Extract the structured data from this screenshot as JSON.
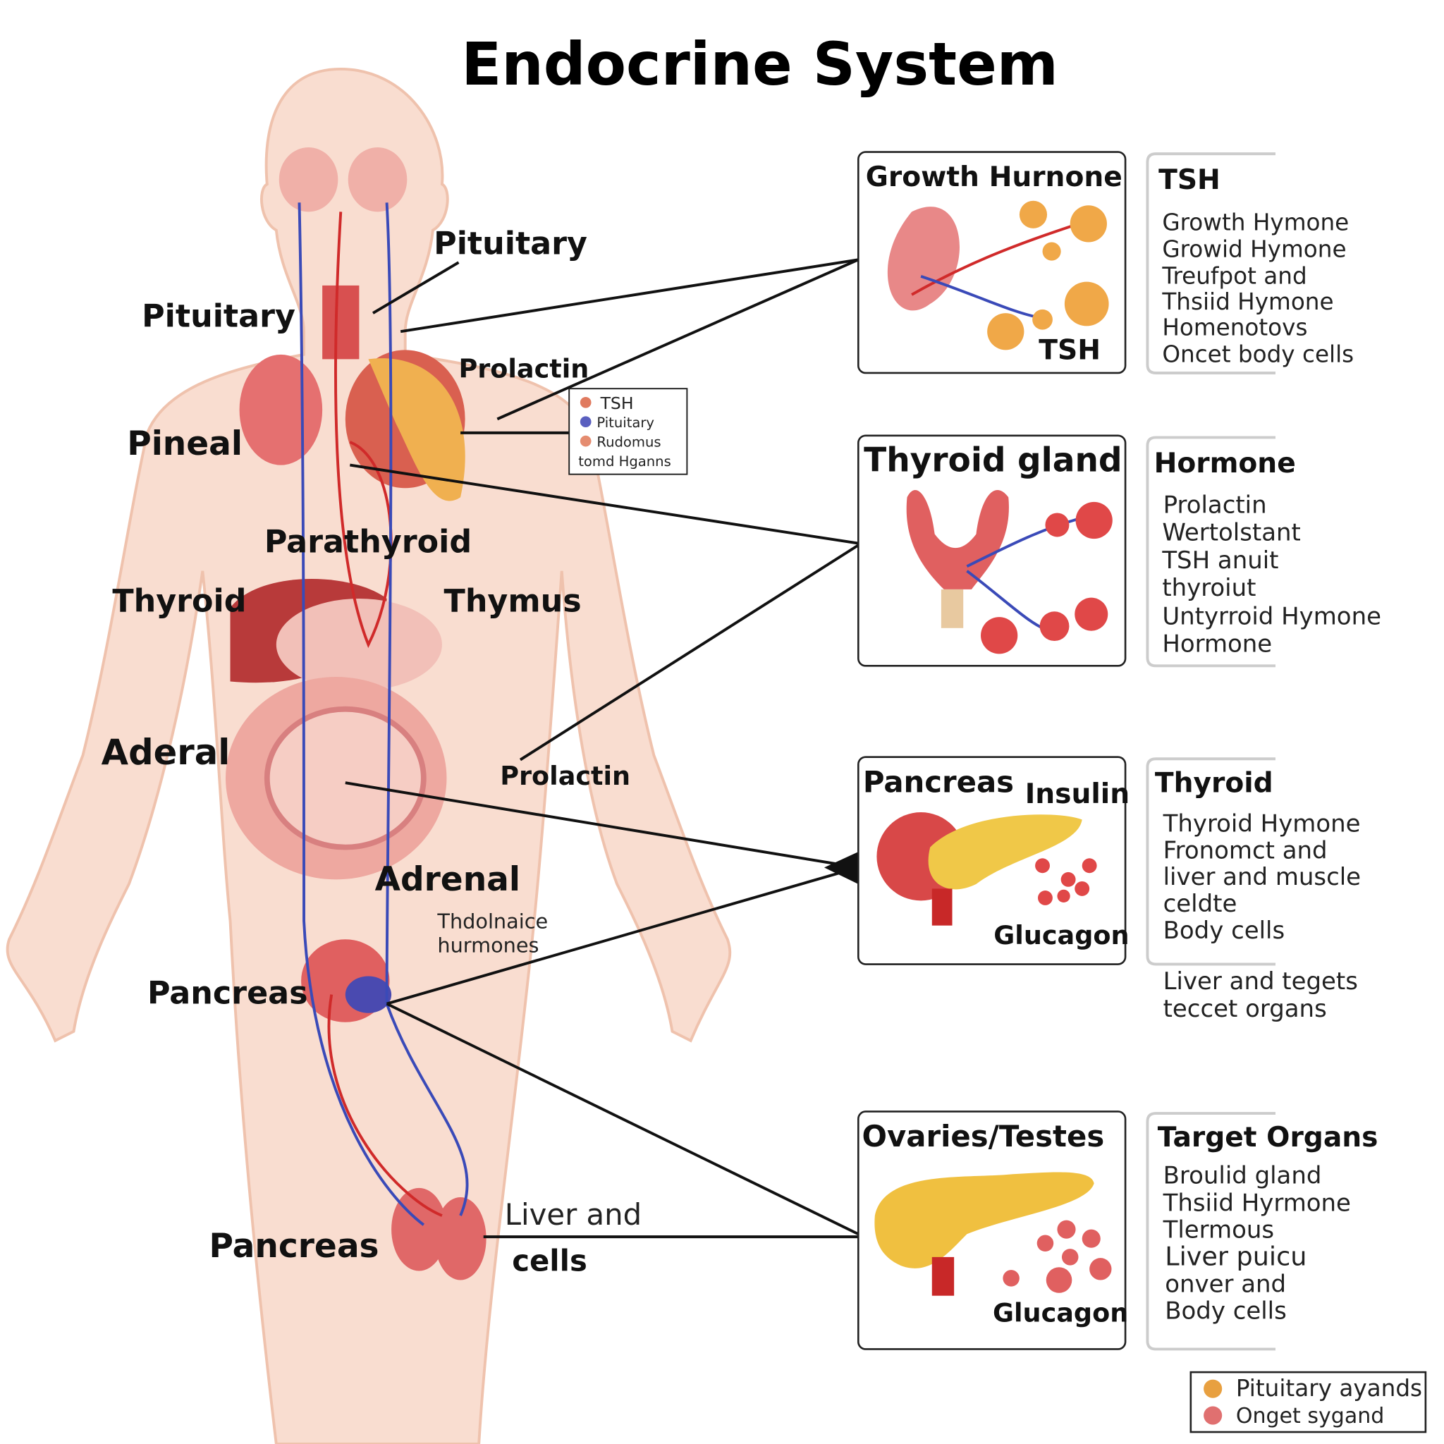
{
  "title": "Endocrine System",
  "body_labels": {
    "pituitary_right": "Pituitary",
    "pituitary_left": "Pituitary",
    "prolactin_top": "Prolactin",
    "pineal": "Pineal",
    "parathyroid": "Parathyroid",
    "thyroid": "Thyroid",
    "thymus": "Thymus",
    "aderal": "Aderal",
    "prolactin_mid": "Prolactin",
    "adrenal": "Adrenal",
    "hormones_1": "Thdolnaice",
    "hormones_2": "hurmones",
    "pancreas_mid": "Pancreas",
    "pancreas_low": "Pancreas",
    "liver_1": "Liver and",
    "liver_2": "cells"
  },
  "mini_legend": [
    {
      "label": "TSH",
      "color": "#e07a5f"
    },
    {
      "label": "Pituitary",
      "color": "#5a5fbf"
    },
    {
      "label": "Rudomus",
      "color": "#e58c70"
    },
    {
      "label": "tomd Hganns"
    }
  ],
  "panels": [
    {
      "title": "Growth Hurnone",
      "sub": "TSH",
      "side_title": "TSH",
      "side_lines": [
        "Growth Hymone",
        "Growid Hymone",
        "Treufpot and",
        "Thsiid Hymone",
        "Homenotovs",
        "Oncet body cells"
      ]
    },
    {
      "title": "Thyroid gland",
      "sub": "",
      "side_title": "Hormone",
      "side_lines": [
        "Prolactin",
        "Wertolstant",
        "TSH anuit",
        "thyroiut",
        "Untyrroid Hymone",
        "Hormone"
      ]
    },
    {
      "title": "Pancreas",
      "sub": "Glucagon",
      "sub2": "Insulin",
      "side_title": "Thyroid",
      "side_lines": [
        "Thyroid Hymone",
        "Fronomct and",
        "liver and muscle",
        "celdte",
        "Body cells"
      ],
      "extra_lines": [
        "Liver and tegets",
        "teccet organs"
      ]
    },
    {
      "title": "Ovaries/Testes",
      "sub": "Glucagon",
      "side_title": "Target Organs",
      "side_lines": [
        "Broulid gland",
        "Thsiid Hyrmone",
        "Tlermous",
        "Liver puicu",
        "onver and",
        "Body cells"
      ]
    }
  ],
  "legend": [
    {
      "label": "Pituitary ayands",
      "color": "#e8a040"
    },
    {
      "label": "Onget sygand",
      "color": "#e07070"
    }
  ]
}
